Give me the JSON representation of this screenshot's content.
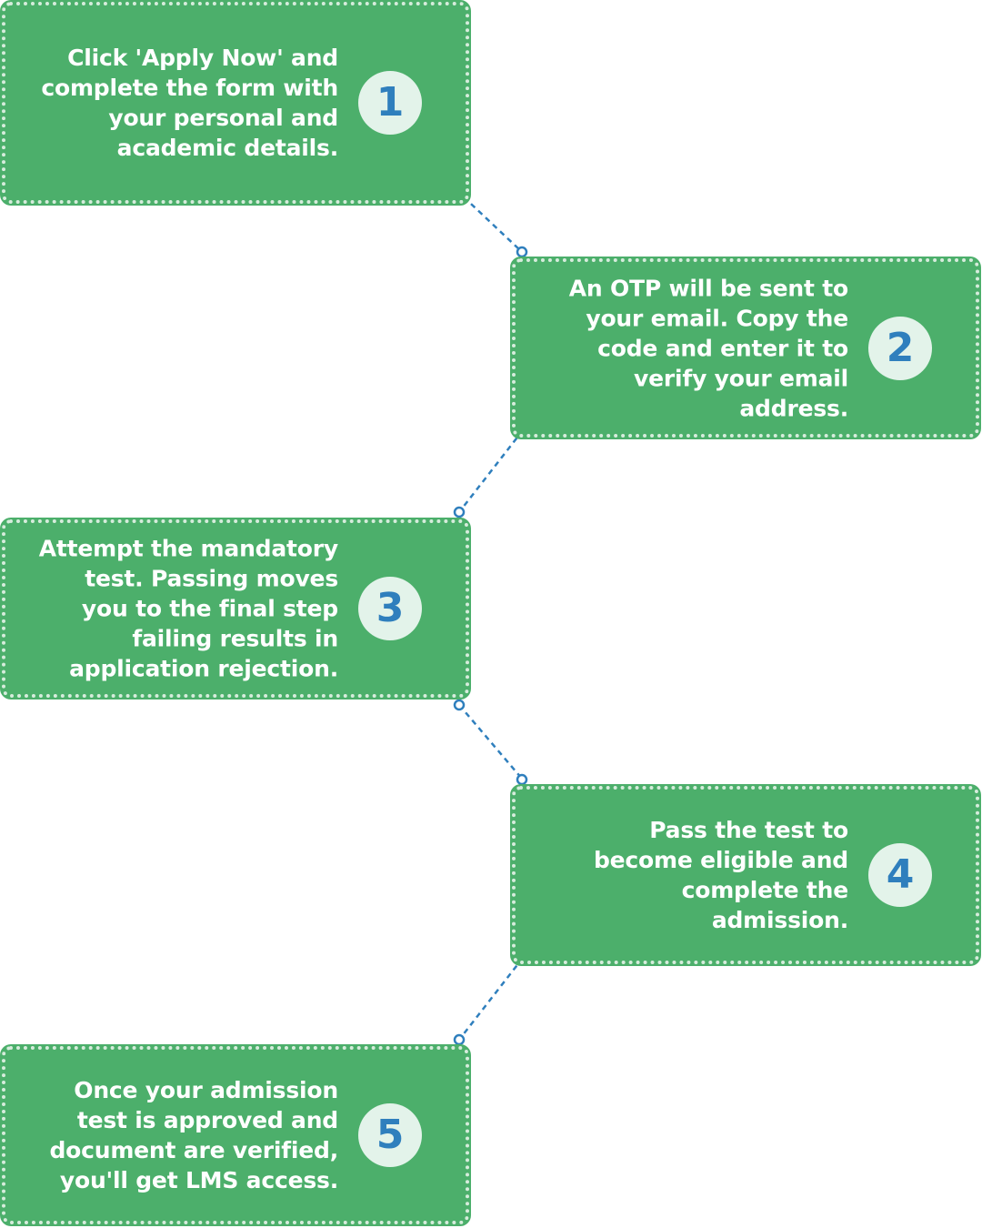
{
  "colors": {
    "card": "#4caf6b",
    "card_border": "#d6ecdc",
    "badge_bg": "#e3f3ea",
    "badge_text": "#2f7fbd",
    "connector": "#2f7fbd"
  },
  "steps": [
    {
      "number": "1",
      "text": "Click 'Apply Now' and complete the form with your personal and academic details."
    },
    {
      "number": "2",
      "text": "An OTP will be sent to your email. Copy the code and enter it to verify your email address."
    },
    {
      "number": "3",
      "text": "Attempt the mandatory test. Passing moves you to the final step failing results in application rejection."
    },
    {
      "number": "4",
      "text": "Pass the test to become eligible and complete the admission."
    },
    {
      "number": "5",
      "text": "Once your admission test is approved and document are verified, you'll get LMS access."
    }
  ]
}
